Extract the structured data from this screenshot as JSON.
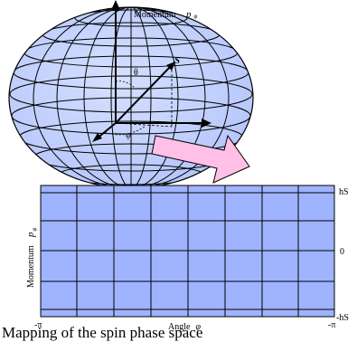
{
  "sphere": {
    "axis_label": "Momentum",
    "axis_symbol": "p",
    "axis_symbol_sub": "φ",
    "vector_label": "S",
    "theta_label": "θ",
    "phi_label": "φ"
  },
  "grid": {
    "y_axis_label": "Momentum",
    "y_axis_symbol": "p",
    "y_axis_symbol_sub": "φ",
    "y_tick_top": "hS",
    "y_tick_mid": "0",
    "y_tick_bottom": "-hS",
    "x_tick_left": "-π",
    "x_tick_right": "-π",
    "x_axis_label": "Angle",
    "x_axis_symbol": "φ"
  },
  "caption": "Mapping of the spin phase space",
  "colors": {
    "sphere_fill": "#c2d0ff",
    "grid_fill": "#9fb3ff",
    "arrow_fill": "#ffbfe6"
  }
}
